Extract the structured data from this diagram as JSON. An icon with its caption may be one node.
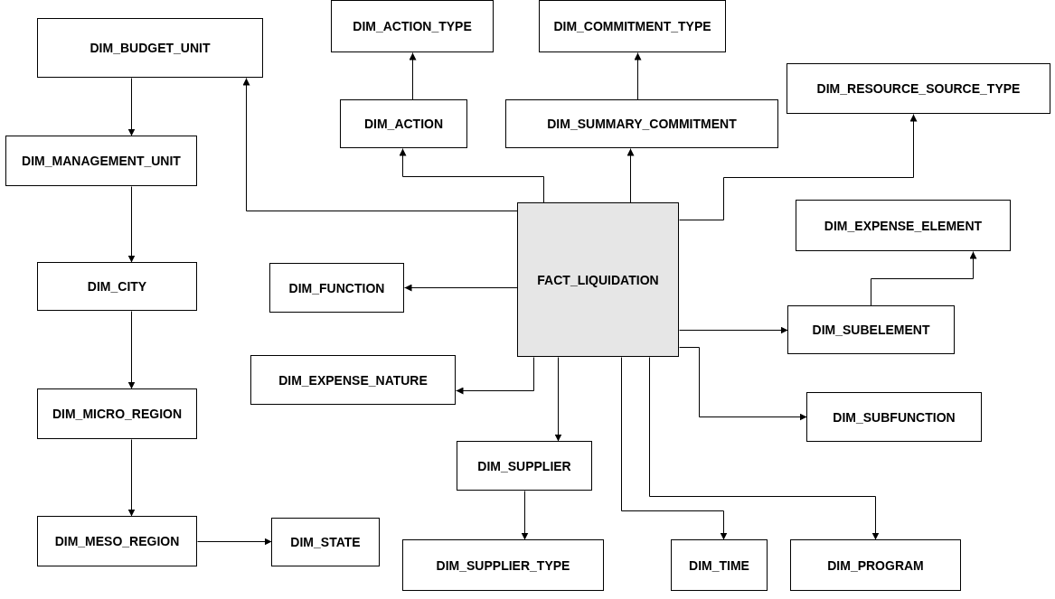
{
  "diagram": {
    "nodes": [
      {
        "text": [
          "DIM_BUDGET_UNIT"
        ]
      },
      {
        "text": [
          "DIM_ACTION_TYPE"
        ]
      },
      {
        "text": [
          "DIM_COMMITMENT_TYPE"
        ]
      },
      {
        "text": [
          "DIM_RESOURCE_SOURCE_TYPE"
        ]
      },
      {
        "text": [
          "DIM_ACTION"
        ]
      },
      {
        "text": [
          "DIM_SUMMARY_COMMITMENT"
        ]
      },
      {
        "text": [
          "DIM_MANAGEMENT_UNIT"
        ]
      },
      {
        "text": [
          "FACT_LIQUIDATION"
        ]
      },
      {
        "text": [
          "DIM_EXPENSE_ELEMENT"
        ]
      },
      {
        "text": [
          "DIM_CITY"
        ]
      },
      {
        "text": [
          "DIM_FUNCTION"
        ]
      },
      {
        "text": [
          "DIM_SUBELEMENT"
        ]
      },
      {
        "text": [
          "DIM_EXPENSE_NATURE"
        ]
      },
      {
        "text": [
          "DIM_MICRO_REGION"
        ]
      },
      {
        "text": [
          "DIM_SUBFUNCTION"
        ]
      },
      {
        "text": [
          "DIM_SUPPLIER"
        ]
      },
      {
        "text": [
          "DIM_MESO_REGION"
        ]
      },
      {
        "text": [
          "DIM_STATE"
        ]
      },
      {
        "text": [
          "DIM_SUPPLIER_TYPE"
        ]
      },
      {
        "text": [
          "DIM_TIME"
        ]
      },
      {
        "text": [
          "DIM_PROGRAM"
        ]
      }
    ],
    "edges": [
      {
        "from": 7,
        "to": 0,
        "arrow": "to"
      },
      {
        "from": 7,
        "to": 4,
        "arrow": "to"
      },
      {
        "from": 4,
        "to": 1,
        "arrow": "to"
      },
      {
        "from": 7,
        "to": 5,
        "arrow": "to"
      },
      {
        "from": 5,
        "to": 2,
        "arrow": "to"
      },
      {
        "from": 7,
        "to": 3,
        "arrow": "to"
      },
      {
        "from": 7,
        "to": 10,
        "arrow": "to"
      },
      {
        "from": 7,
        "to": 11,
        "arrow": "to"
      },
      {
        "from": 11,
        "to": 8,
        "arrow": "to"
      },
      {
        "from": 7,
        "to": 12,
        "arrow": "to"
      },
      {
        "from": 7,
        "to": 14,
        "arrow": "to"
      },
      {
        "from": 7,
        "to": 15,
        "arrow": "to"
      },
      {
        "from": 15,
        "to": 18,
        "arrow": "to"
      },
      {
        "from": 7,
        "to": 19,
        "arrow": "to"
      },
      {
        "from": 7,
        "to": 20,
        "arrow": "to"
      },
      {
        "from": 0,
        "to": 6,
        "arrow": "to"
      },
      {
        "from": 6,
        "to": 9,
        "arrow": "to"
      },
      {
        "from": 9,
        "to": 13,
        "arrow": "to"
      },
      {
        "from": 13,
        "to": 16,
        "arrow": "to"
      },
      {
        "from": 16,
        "to": 17,
        "arrow": "to"
      }
    ]
  }
}
